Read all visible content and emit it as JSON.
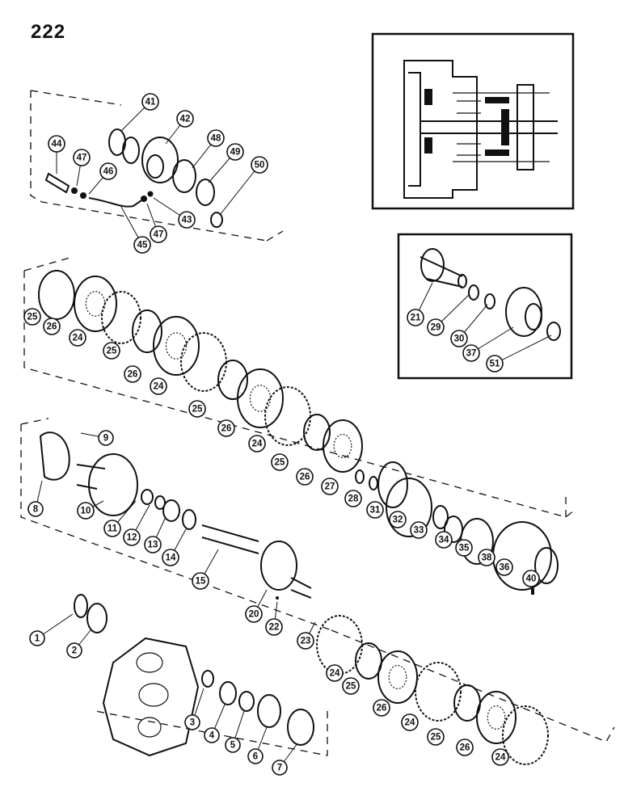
{
  "page_number": "222",
  "callouts": [
    {
      "id": "41",
      "label": "41"
    },
    {
      "id": "42",
      "label": "42"
    },
    {
      "id": "44",
      "label": "44"
    },
    {
      "id": "47a",
      "label": "47"
    },
    {
      "id": "46",
      "label": "46"
    },
    {
      "id": "48",
      "label": "48"
    },
    {
      "id": "49",
      "label": "49"
    },
    {
      "id": "50",
      "label": "50"
    },
    {
      "id": "43",
      "label": "43"
    },
    {
      "id": "47b",
      "label": "47"
    },
    {
      "id": "45",
      "label": "45"
    },
    {
      "id": "21",
      "label": "21"
    },
    {
      "id": "29",
      "label": "29"
    },
    {
      "id": "30",
      "label": "30"
    },
    {
      "id": "37",
      "label": "37"
    },
    {
      "id": "51",
      "label": "51"
    },
    {
      "id": "25a",
      "label": "25"
    },
    {
      "id": "26a",
      "label": "26"
    },
    {
      "id": "24a",
      "label": "24"
    },
    {
      "id": "25b",
      "label": "25"
    },
    {
      "id": "26b",
      "label": "26"
    },
    {
      "id": "24b",
      "label": "24"
    },
    {
      "id": "25c",
      "label": "25"
    },
    {
      "id": "26c",
      "label": "26"
    },
    {
      "id": "24c",
      "label": "24"
    },
    {
      "id": "25d",
      "label": "25"
    },
    {
      "id": "26d",
      "label": "26"
    },
    {
      "id": "27",
      "label": "27"
    },
    {
      "id": "28",
      "label": "28"
    },
    {
      "id": "31",
      "label": "31"
    },
    {
      "id": "32",
      "label": "32"
    },
    {
      "id": "33",
      "label": "33"
    },
    {
      "id": "34",
      "label": "34"
    },
    {
      "id": "35",
      "label": "35"
    },
    {
      "id": "38",
      "label": "38"
    },
    {
      "id": "36",
      "label": "36"
    },
    {
      "id": "40",
      "label": "40"
    },
    {
      "id": "9",
      "label": "9"
    },
    {
      "id": "8",
      "label": "8"
    },
    {
      "id": "10",
      "label": "10"
    },
    {
      "id": "11",
      "label": "11"
    },
    {
      "id": "12",
      "label": "12"
    },
    {
      "id": "13",
      "label": "13"
    },
    {
      "id": "14",
      "label": "14"
    },
    {
      "id": "15",
      "label": "15"
    },
    {
      "id": "20",
      "label": "20"
    },
    {
      "id": "22",
      "label": "22"
    },
    {
      "id": "23",
      "label": "23"
    },
    {
      "id": "24d",
      "label": "24"
    },
    {
      "id": "25e",
      "label": "25"
    },
    {
      "id": "26e",
      "label": "26"
    },
    {
      "id": "24e",
      "label": "24"
    },
    {
      "id": "25f",
      "label": "25"
    },
    {
      "id": "26f",
      "label": "26"
    },
    {
      "id": "24f",
      "label": "24"
    },
    {
      "id": "1",
      "label": "1"
    },
    {
      "id": "2",
      "label": "2"
    },
    {
      "id": "3",
      "label": "3"
    },
    {
      "id": "4",
      "label": "4"
    },
    {
      "id": "5",
      "label": "5"
    },
    {
      "id": "6",
      "label": "6"
    },
    {
      "id": "7",
      "label": "7"
    }
  ]
}
